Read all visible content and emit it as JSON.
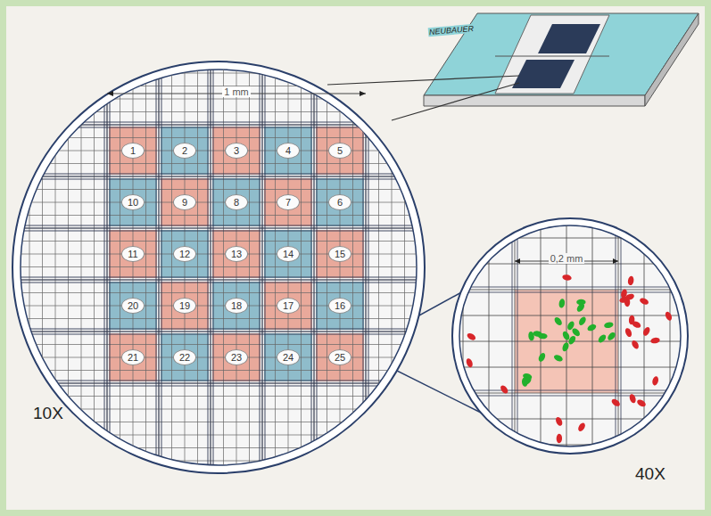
{
  "diagram": {
    "nodes": [
      {
        "text": [
          "1"
        ]
      },
      {
        "text": [
          "2"
        ]
      },
      {
        "text": [
          "3"
        ]
      },
      {
        "text": [
          "4"
        ]
      },
      {
        "text": [
          "5"
        ]
      },
      {
        "text": [
          "10"
        ]
      },
      {
        "text": [
          "9"
        ]
      },
      {
        "text": [
          "8"
        ]
      },
      {
        "text": [
          "7"
        ]
      },
      {
        "text": [
          "6"
        ]
      },
      {
        "text": [
          "11"
        ]
      },
      {
        "text": [
          "12"
        ]
      },
      {
        "text": [
          "13"
        ]
      },
      {
        "text": [
          "14"
        ]
      },
      {
        "text": [
          "15"
        ]
      },
      {
        "text": [
          "20"
        ]
      },
      {
        "text": [
          "19"
        ]
      },
      {
        "text": [
          "18"
        ]
      },
      {
        "text": [
          "17"
        ]
      },
      {
        "text": [
          "16"
        ]
      },
      {
        "text": [
          "21"
        ]
      },
      {
        "text": [
          "22"
        ]
      },
      {
        "text": [
          "23"
        ]
      },
      {
        "text": [
          "24"
        ]
      },
      {
        "text": [
          "25"
        ]
      }
    ],
    "labels": [
      "NEUBAUER",
      "1 mm",
      "0,2 mm",
      "10X",
      "40X"
    ]
  }
}
